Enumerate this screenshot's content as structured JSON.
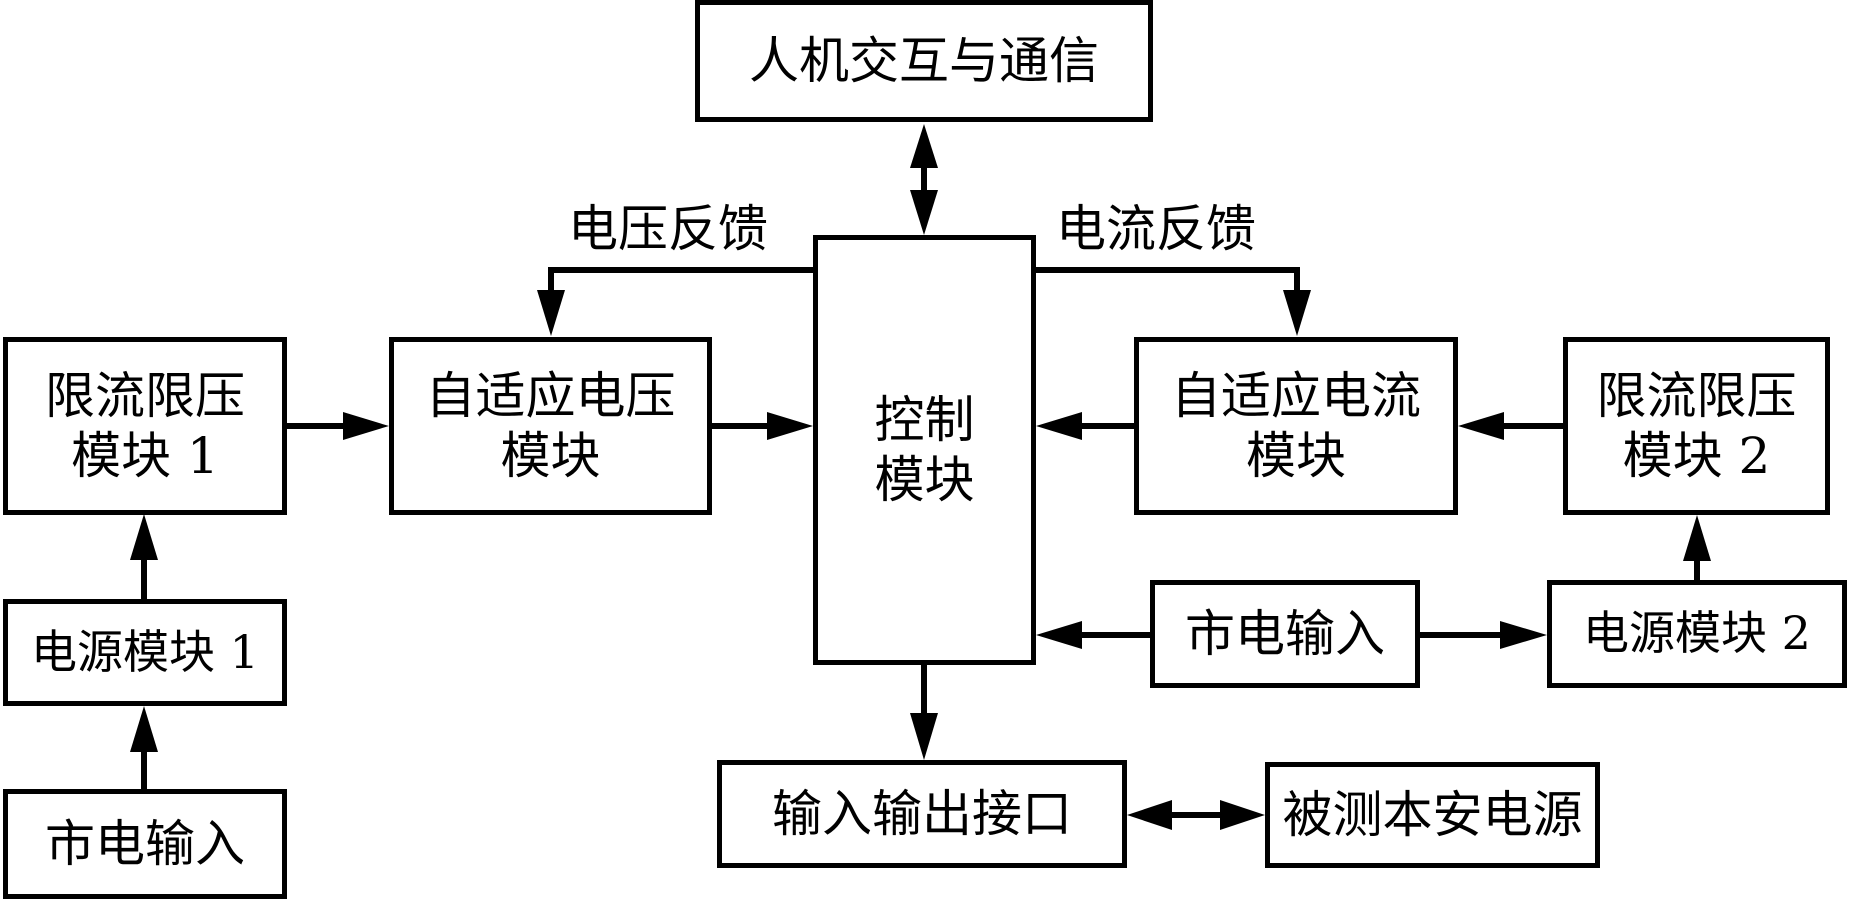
{
  "diagram": {
    "nodes": {
      "hmi": {
        "lines": [
          "人机交互与通信"
        ]
      },
      "control": {
        "lines": [
          "控制",
          "模块"
        ]
      },
      "limit1": {
        "lines": [
          "限流限压",
          "模块 1"
        ]
      },
      "adaptive_voltage": {
        "lines": [
          "自适应电压",
          "模块"
        ]
      },
      "adaptive_current": {
        "lines": [
          "自适应电流",
          "模块"
        ]
      },
      "limit2": {
        "lines": [
          "限流限压",
          "模块 2"
        ]
      },
      "power1": {
        "lines": [
          "电源模块 1"
        ]
      },
      "mains_left": {
        "lines": [
          "市电输入"
        ]
      },
      "mains_mid": {
        "lines": [
          "市电输入"
        ]
      },
      "power2": {
        "lines": [
          "电源模块 2"
        ]
      },
      "io": {
        "lines": [
          "输入输出接口"
        ]
      },
      "dut": {
        "lines": [
          "被测本安电源"
        ]
      }
    },
    "edge_labels": {
      "voltage_feedback": "电压反馈",
      "current_feedback": "电流反馈"
    },
    "edges": [
      {
        "from": "hmi",
        "to": "control",
        "direction": "both"
      },
      {
        "from": "control",
        "to": "adaptive_voltage",
        "label": "voltage_feedback",
        "direction": "forward"
      },
      {
        "from": "control",
        "to": "adaptive_current",
        "label": "current_feedback",
        "direction": "forward"
      },
      {
        "from": "limit1",
        "to": "adaptive_voltage",
        "direction": "forward"
      },
      {
        "from": "adaptive_voltage",
        "to": "control",
        "direction": "forward"
      },
      {
        "from": "adaptive_current",
        "to": "control",
        "direction": "forward"
      },
      {
        "from": "limit2",
        "to": "adaptive_current",
        "direction": "forward"
      },
      {
        "from": "power1",
        "to": "limit1",
        "direction": "forward"
      },
      {
        "from": "mains_left",
        "to": "power1",
        "direction": "forward"
      },
      {
        "from": "mains_mid",
        "to": "control",
        "direction": "forward"
      },
      {
        "from": "mains_mid",
        "to": "power2",
        "direction": "forward"
      },
      {
        "from": "power2",
        "to": "limit2",
        "direction": "forward"
      },
      {
        "from": "control",
        "to": "io",
        "direction": "forward"
      },
      {
        "from": "io",
        "to": "dut",
        "direction": "both"
      }
    ]
  }
}
